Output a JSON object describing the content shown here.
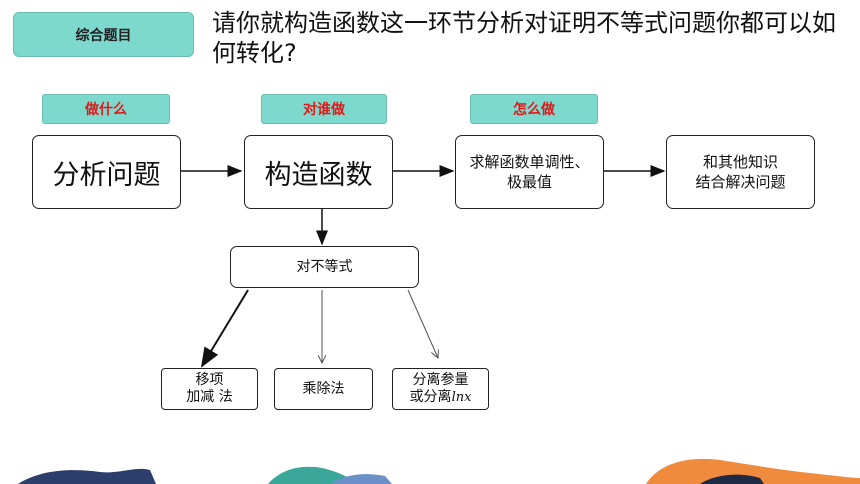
{
  "header": {
    "tag": "综合题目",
    "question": "请你就构造函数这一环节分析对证明不等式问题你都可以如何转化?"
  },
  "stages": [
    {
      "label": "做什么"
    },
    {
      "label": "对谁做"
    },
    {
      "label": "怎么做"
    }
  ],
  "flow": {
    "analyze": "分析问题",
    "construct": "构造函数",
    "solve_line1": "求解函数单调性、",
    "solve_line2": "极最值",
    "combine_line1": "和其他知识",
    "combine_line2": "结合解决问题"
  },
  "branch": {
    "inequality": "对不等式",
    "move_line1": "移项",
    "move_line2": "加减 法",
    "muldiv": "乘除法",
    "separate_line1": "分离参量",
    "separate_line2_prefix": "或分离",
    "separate_line2_suffix": "lnx"
  },
  "colors": {
    "tag_fill": "#7dd8cd",
    "stage_text": "#e01818"
  }
}
